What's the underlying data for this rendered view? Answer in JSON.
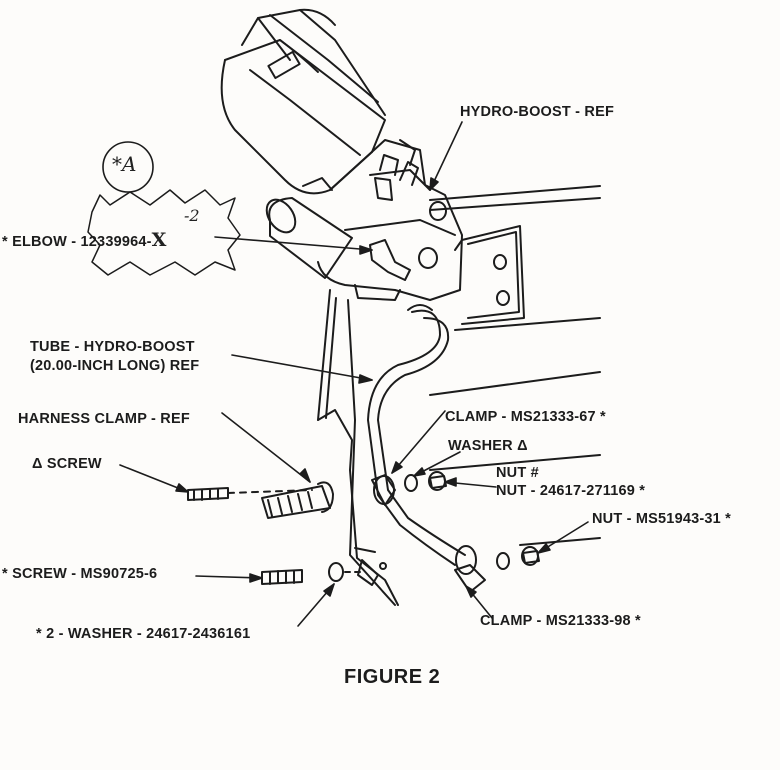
{
  "figure_title": "FIGURE 2",
  "labels": {
    "hydro_boost": "HYDRO-BOOST - REF",
    "elbow": "* ELBOW - 12339964-",
    "elbow_x": "X",
    "elbow_revision": "-2",
    "callout_mark": "*A",
    "tube_line1": "TUBE - HYDRO-BOOST",
    "tube_line2": "(20.00-INCH LONG) REF",
    "harness_clamp": "HARNESS CLAMP - REF",
    "clamp_67": "CLAMP - MS21333-67 *",
    "washer_delta": "WASHER Δ",
    "screw_delta": "Δ SCREW",
    "nut_hash": "NUT #",
    "nut_271169": "NUT - 24617-271169 *",
    "nut_ms51943": "NUT - MS51943-31 *",
    "screw_ms90725": "* SCREW - MS90725-6",
    "washer_2": "* 2 - WASHER - 24617-2436161",
    "clamp_98": "CLAMP - MS21333-98 *"
  },
  "colors": {
    "ink": "#1c1c1c",
    "paper": "#fdfcfa"
  }
}
